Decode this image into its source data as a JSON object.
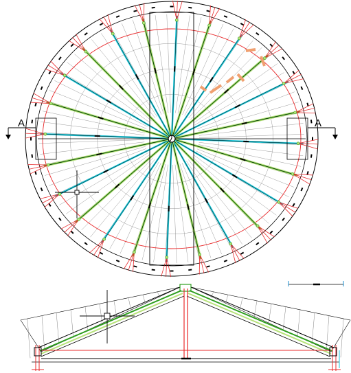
{
  "drawing": {
    "section_marker_left": "A",
    "section_marker_right": "A",
    "rib_count": 24,
    "colors": {
      "outline": "#000000",
      "rib_green": "#2e9e1e",
      "rib_light_green": "#b7e27a",
      "rib_cyan": "#19c6d8",
      "ring_red": "#e8282a",
      "support_red": "#e8282a",
      "hatch_gray": "#808080",
      "crosshair": "#000000",
      "highlight_orange": "#f0a070",
      "scale_bar": "#1a8fd0"
    },
    "icons": [
      "crosshair-cursor-icon",
      "section-arrow-icon",
      "scale-bar-icon"
    ]
  }
}
